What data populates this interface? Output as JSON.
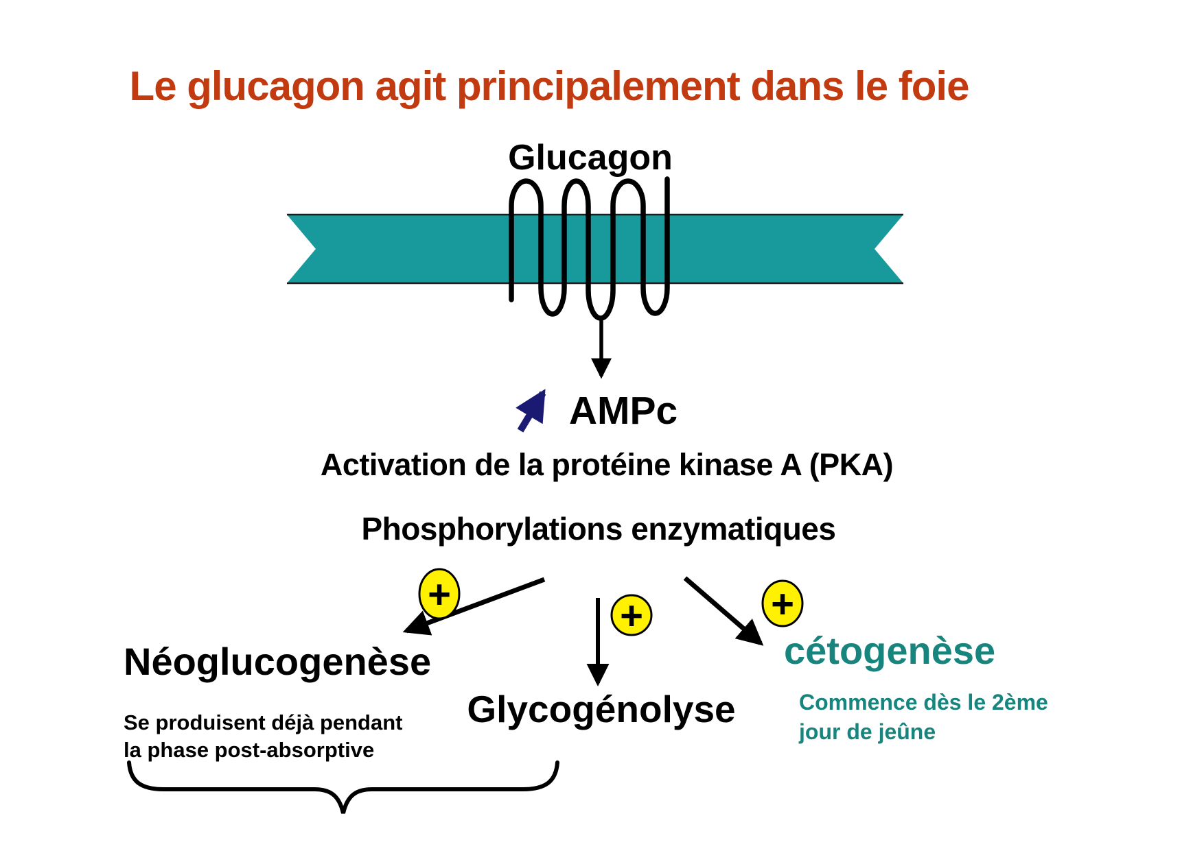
{
  "slide": {
    "title": "Le glucagon agit principalement dans le foie",
    "ligand": "Glucagon",
    "second_messenger": "AMPc",
    "cascade_steps": [
      "Activation de la protéine kinase A (PKA)",
      "Phosphorylations enzymatiques"
    ],
    "activation_sign": "+",
    "outcomes": {
      "neoglucogenese": {
        "label": "Néoglucogenèse",
        "note": [
          "Se produisent déjà pendant",
          "la phase post-absorptive"
        ]
      },
      "glycogenolyse": {
        "label": "Glycogénolyse"
      },
      "cetogenese": {
        "label": "cétogenèse",
        "note": [
          "Commence dès le 2ème",
          "jour de jeûne"
        ]
      }
    },
    "colors": {
      "title_red": "#C23A10",
      "membrane_teal": "#189A9C",
      "accent_teal_text": "#17857E",
      "plus_yellow": "#FFF100",
      "arrow_navy": "#1A1A73",
      "ink_black": "#000000"
    }
  }
}
